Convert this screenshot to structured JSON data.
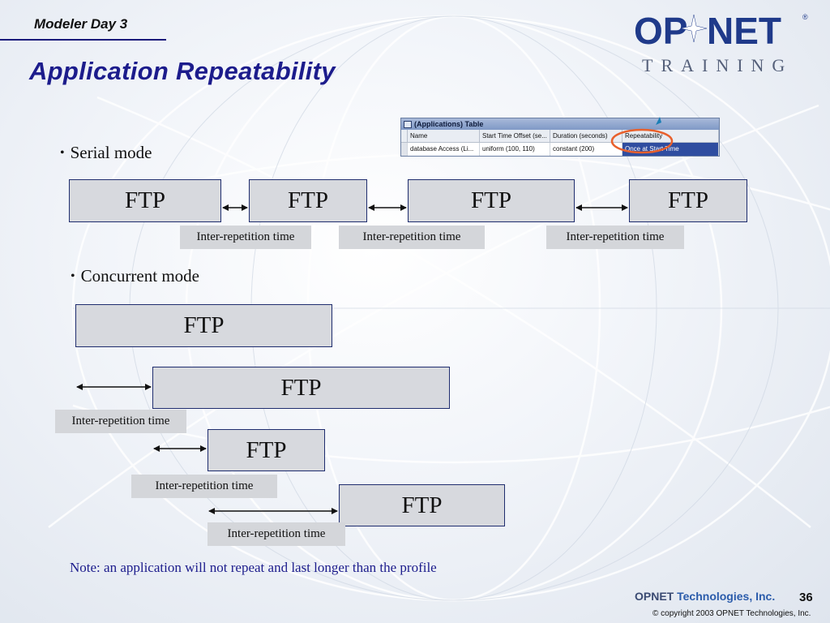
{
  "header": {
    "course": "Modeler Day 3",
    "title": "Application Repeatability"
  },
  "logo": {
    "brand_left": "OP",
    "brand_right": "NET",
    "registered": "®",
    "subtitle": "TRAINING",
    "colors": {
      "navy": "#1f3a8a",
      "star": "#ffffff",
      "subtitle": "#55607a"
    }
  },
  "app_table": {
    "window_title": "(Applications) Table",
    "columns": [
      "Name",
      "Start Time Offset (se...",
      "Duration (seconds)",
      "Repeatability"
    ],
    "row": [
      "database Access (Li...",
      "uniform (100, 110)",
      "constant (200)",
      "Once at Start Time"
    ]
  },
  "serial": {
    "label": "Serial mode",
    "boxes": [
      "FTP",
      "FTP",
      "FTP",
      "FTP"
    ],
    "gap_labels": [
      "Inter-repetition time",
      "Inter-repetition time",
      "Inter-repetition time"
    ]
  },
  "concurrent": {
    "label": "Concurrent mode",
    "boxes": [
      "FTP",
      "FTP",
      "FTP",
      "FTP"
    ],
    "gap_labels": [
      "Inter-repetition time",
      "Inter-repetition time",
      "Inter-repetition time"
    ]
  },
  "note": "Note: an application will not repeat and last longer than the profile",
  "footer": {
    "company_brand": "OPNET",
    "company_rest": "Technologies, Inc.",
    "page_number": "36",
    "copyright": "© copyright 2003 OPNET Technologies, Inc."
  },
  "colors": {
    "title": "#1c1c8c",
    "box_fill": "#d7d9de",
    "box_border": "#1f2d6e",
    "highlight": "#e8602c"
  }
}
